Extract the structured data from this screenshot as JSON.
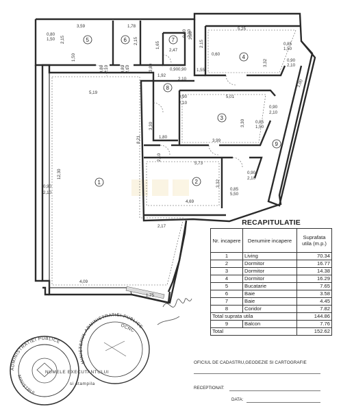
{
  "plan": {
    "room_numbers": [
      "1",
      "2",
      "3",
      "4",
      "5",
      "6",
      "7",
      "8",
      "9"
    ],
    "dims": {
      "d359": "3,59",
      "d178": "1,78",
      "d525": "5,25",
      "d080": "0,80",
      "d150a": "1,50",
      "d215a": "2,15",
      "d150b": "1,50",
      "d215b": "2,15",
      "d247": "2,47",
      "d165": "1,65",
      "d090a": "0,90",
      "d210a": "2,10",
      "d215c": "2,15",
      "d060": "0,60",
      "d332a": "3,32",
      "d085a": "0,85",
      "d150c": "1,50",
      "d090b": "0,90",
      "d210b": "2,10",
      "d080b": "0,80",
      "d210c": "2,10",
      "d080c": "0,80",
      "d210d": "2,10",
      "d090c": "0,90",
      "d210e": "2,10",
      "d155": "1,55",
      "d192": "1,92",
      "d519": "5,19",
      "d501": "5,01",
      "d090d": "0,90",
      "d210f": "2,10",
      "d100": "1,00",
      "d090e": "0,90",
      "d210g": "2,10",
      "d085b": "0,85",
      "d150d": "1,50",
      "d330": "3,30",
      "d330b": "3,30",
      "d180": "1,80",
      "d399": "3,99",
      "d821": "8,21",
      "d1230": "12,30",
      "d573": "5,73",
      "d332b": "3,32",
      "d090f": "0,90",
      "d210h": "2,10",
      "d469": "4,69",
      "d085c": "0,85",
      "d550": "5,50",
      "d090g": "0,90",
      "d210i": "2,10",
      "d217": "2,17",
      "d409": "4,09",
      "d175": "1,75",
      "d380": "3,80",
      "d320": "3,20",
      "d380b": "3,80",
      "d090h": "0,90",
      "d210j": "2,10"
    }
  },
  "recap": {
    "title": "RECAPITULATIE",
    "headers": {
      "nr": "Nr. incapere",
      "denumire": "Denumire incapere",
      "suprafata": "Suprafata utila    (m.p.)"
    },
    "rows": [
      {
        "nr": "1",
        "name": "Living",
        "area": "70.34"
      },
      {
        "nr": "2",
        "name": "Dormitor",
        "area": "16.77"
      },
      {
        "nr": "3",
        "name": "Dormitor",
        "area": "14.38"
      },
      {
        "nr": "4",
        "name": "Dormitor",
        "area": "16.29"
      },
      {
        "nr": "5",
        "name": "Bucatarie",
        "area": "7.65"
      },
      {
        "nr": "6",
        "name": "Baie",
        "area": "3.58"
      },
      {
        "nr": "7",
        "name": "Baie",
        "area": "4.45"
      },
      {
        "nr": "8",
        "name": "Coridor",
        "area": "7.82"
      }
    ],
    "total_utila_label": "Total suprata utila",
    "total_utila_value": "144.86",
    "balcon": {
      "nr": "9",
      "name": "Balcon",
      "area": "7.76"
    },
    "total_label": "Total",
    "total_value": "152.62"
  },
  "footer": {
    "office": "OFICIUL DE CADASTRU,GEODEZIE SI CARTOGRAFIE",
    "receptionat": "RECEPTIONAT:",
    "data": "DATA:"
  },
  "stamps": {
    "left_ring": "ADMINISTRATIEI PUBLICE",
    "left_inner": "MINISTRUL",
    "left_caption": "si stampila",
    "left_caption2": "NUMELE EXECUTANTULUI",
    "right_ring": "MINISTERUL ADMINISTRATIEI PUBLICE",
    "right_code": "OCNC"
  }
}
